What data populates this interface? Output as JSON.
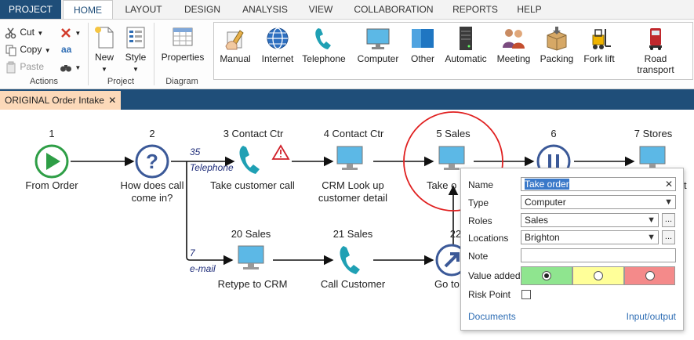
{
  "tabs": [
    "PROJECT",
    "HOME",
    "LAYOUT",
    "DESIGN",
    "ANALYSIS",
    "VIEW",
    "COLLABORATION",
    "REPORTS",
    "HELP"
  ],
  "active_tab": "HOME",
  "ribbon": {
    "actions": {
      "cut": "Cut",
      "copy": "Copy",
      "paste": "Paste",
      "aa": "aa",
      "group": "Actions"
    },
    "project": {
      "new": "New",
      "style": "Style",
      "group": "Project"
    },
    "diagram": {
      "properties": "Properties",
      "group": "Diagram"
    },
    "shapes": [
      "Manual",
      "Internet",
      "Telephone",
      "Computer",
      "Other",
      "Automatic",
      "Meeting",
      "Packing",
      "Fork lift",
      "Road transport"
    ]
  },
  "document_tab": "ORIGINAL Order Intake",
  "nodes": {
    "n1": {
      "num": "1",
      "label": "From Order"
    },
    "n2": {
      "num": "2",
      "label": "How does call\ncome in?"
    },
    "n3": {
      "num": "3 Contact Ctr",
      "label": "Take customer call"
    },
    "n4": {
      "num": "4 Contact Ctr",
      "label": "CRM Look up\ncustomer detail"
    },
    "n5": {
      "num": "5 Sales",
      "label": "Take o"
    },
    "n6": {
      "num": "6",
      "label": ""
    },
    "n7": {
      "num": "7 Stores",
      "label": "t"
    },
    "n20": {
      "num": "20 Sales",
      "label": "Retype to CRM"
    },
    "n21": {
      "num": "21 Sales",
      "label": "Call Customer"
    },
    "n22": {
      "num": "22",
      "label": "Go to"
    }
  },
  "flows": {
    "telephone_count": "35",
    "telephone_label": "Telephone",
    "email_count": "7",
    "email_label": "e-mail"
  },
  "popup": {
    "name_label": "Name",
    "name_value": "Take order",
    "type_label": "Type",
    "type_value": "Computer",
    "roles_label": "Roles",
    "roles_value": "Sales",
    "locations_label": "Locations",
    "locations_value": "Brighton",
    "note_label": "Note",
    "note_value": "",
    "value_added_label": "Value added",
    "risk_label": "Risk Point",
    "documents_link": "Documents",
    "io_link": "Input/output",
    "value_colors": [
      "#8fe58f",
      "#ffff99",
      "#f48a8a"
    ]
  },
  "colors": {
    "brand": "#1f4e79",
    "highlight": "#e02020",
    "start": "#2e9e46",
    "decision": "#3b5998"
  }
}
